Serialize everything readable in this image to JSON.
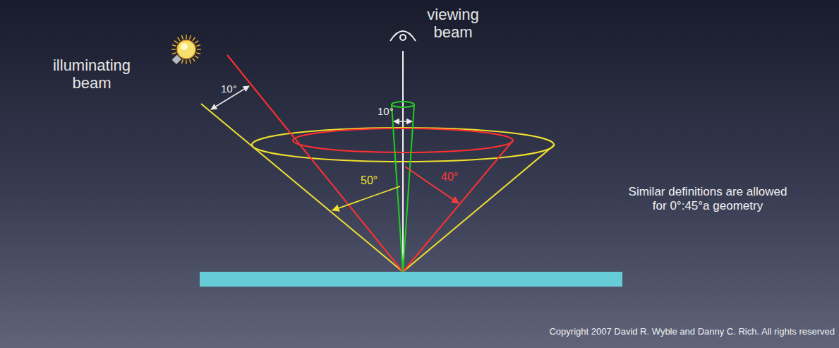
{
  "diagram": {
    "labels": [
      "illuminating beam",
      "viewing beam",
      "10°",
      "10°",
      "40°",
      "50°",
      "Similar definitions are allowed for 0°:45°a geometry",
      "Copyright 2007 David R. Wyble and Danny C. Rich. All rights reserved"
    ]
  }
}
